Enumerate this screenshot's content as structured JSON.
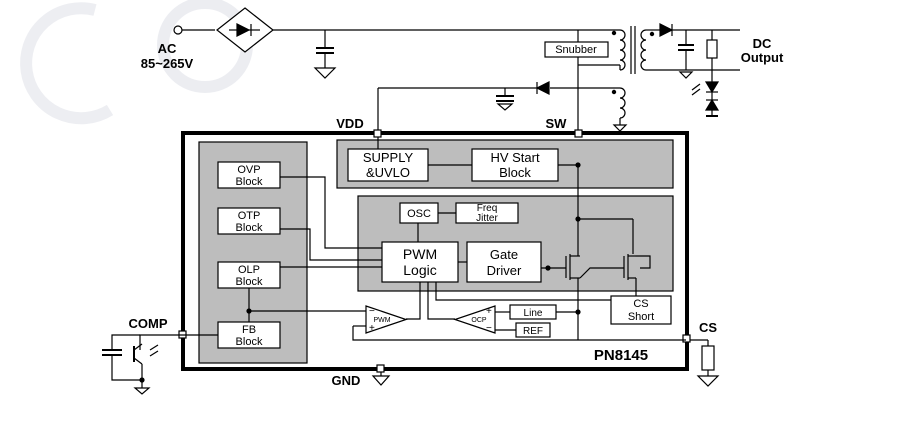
{
  "pins": {
    "ac": "AC",
    "ac_range": "85~265V",
    "dc": "DC",
    "dc_output": "Output",
    "vdd": "VDD",
    "sw": "SW",
    "comp": "COMP",
    "cs": "CS",
    "gnd": "GND"
  },
  "part_number": "PN8145",
  "blocks": {
    "snubber": "Snubber",
    "supply_l1": "SUPPLY",
    "supply_l2": "&UVLO",
    "hv_l1": "HV Start",
    "hv_l2": "Block",
    "ovp_l1": "OVP",
    "ovp_l2": "Block",
    "otp_l1": "OTP",
    "otp_l2": "Block",
    "olp_l1": "OLP",
    "olp_l2": "Block",
    "fb_l1": "FB",
    "fb_l2": "Block",
    "osc": "OSC",
    "freq_l1": "Freq",
    "freq_l2": "Jitter",
    "pwm_l1": "PWM",
    "pwm_l2": "Logic",
    "gate_l1": "Gate",
    "gate_l2": "Driver",
    "cs_short_l1": "CS",
    "cs_short_l2": "Short",
    "line": "Line",
    "ref": "REF",
    "pwm_comp": "PWM",
    "ocp_comp": "OCP"
  }
}
